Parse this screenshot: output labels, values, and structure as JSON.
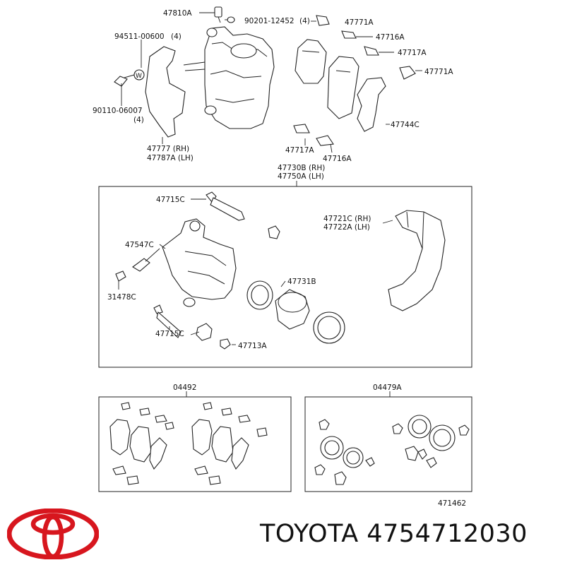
{
  "labels": {
    "p47810A": "47810A",
    "p90201": "90201-12452",
    "p90201_qty": "(4)",
    "p47771A_top": "47771A",
    "p47716A_top": "47716A",
    "p47717A_top": "47717A",
    "p47771A_2": "47771A",
    "p94511": "94511-00600",
    "p94511_qty": "(4)",
    "p90110": "90110-06007",
    "p90110_qty": "(4)",
    "p47744C": "47744C",
    "p47717A_mid": "47717A",
    "p47716A_mid": "47716A",
    "p47777_rh": "47777 (RH)",
    "p47787A_lh": "47787A (LH)",
    "p47730B_rh": "47730B (RH)",
    "p47750A_lh": "47750A (LH)",
    "p47715C_top": "47715C",
    "p47547C": "47547C",
    "p31478C": "31478C",
    "p47721C_rh": "47721C (RH)",
    "p47722A_lh": "47722A (LH)",
    "p47731B": "47731B",
    "p47715C_bot": "47715C",
    "p47713A": "47713A",
    "p04492": "04492",
    "p04479A": "04479A",
    "diagram_no": "471462"
  },
  "brand": {
    "name_line": "TOYOTA 4754712030",
    "logo_color": "#d7161e"
  }
}
